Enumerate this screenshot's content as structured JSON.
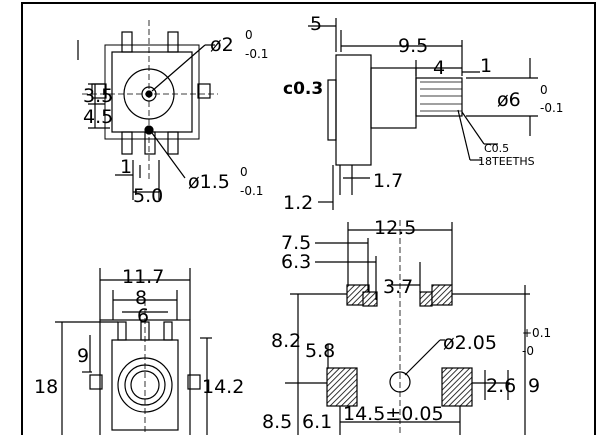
{
  "top_left": {
    "d_hole": "ø2",
    "d_hole_tol": "0",
    "d_hole_tol_lo": "-0.1",
    "dim_3_5": "3.5",
    "dim_4_5": "4.5",
    "dim_1": "1",
    "dim_5_0": "5.0",
    "d_pin": "ø1.5",
    "d_pin_tol": "0",
    "d_pin_tol_lo": "-0.1"
  },
  "top_right": {
    "dim_5": "5",
    "dim_9_5": "9.5",
    "dim_4": "4",
    "dim_1": "1",
    "chamfer_body": "c0.3",
    "d_shaft": "ø6",
    "d_shaft_tol": "0",
    "d_shaft_tol_lo": "-0.1",
    "chamfer_shaft": "C0.5",
    "teeth": "18TEETHS",
    "dim_1_7": "1.7",
    "dim_1_2": "1.2"
  },
  "bottom_left": {
    "dim_11_7": "11.7",
    "dim_8": "8",
    "dim_6": "6",
    "dim_9": "9",
    "dim_18": "18",
    "dim_14_2": "14.2"
  },
  "bottom_right": {
    "dim_12_5": "12.5",
    "dim_7_5": "7.5",
    "dim_6_3": "6.3",
    "dim_3_7": "3.7",
    "dim_8_2": "8.2",
    "dim_5_8": "5.8",
    "d_hole": "ø2.05",
    "d_hole_tol_hi": "+0.1",
    "d_hole_tol_lo": "-0",
    "dim_2_6": "2.6",
    "dim_9": "9",
    "dim_8_5": "8.5",
    "dim_6_1": "6.1",
    "dim_14_5": "14.5±0.05"
  }
}
